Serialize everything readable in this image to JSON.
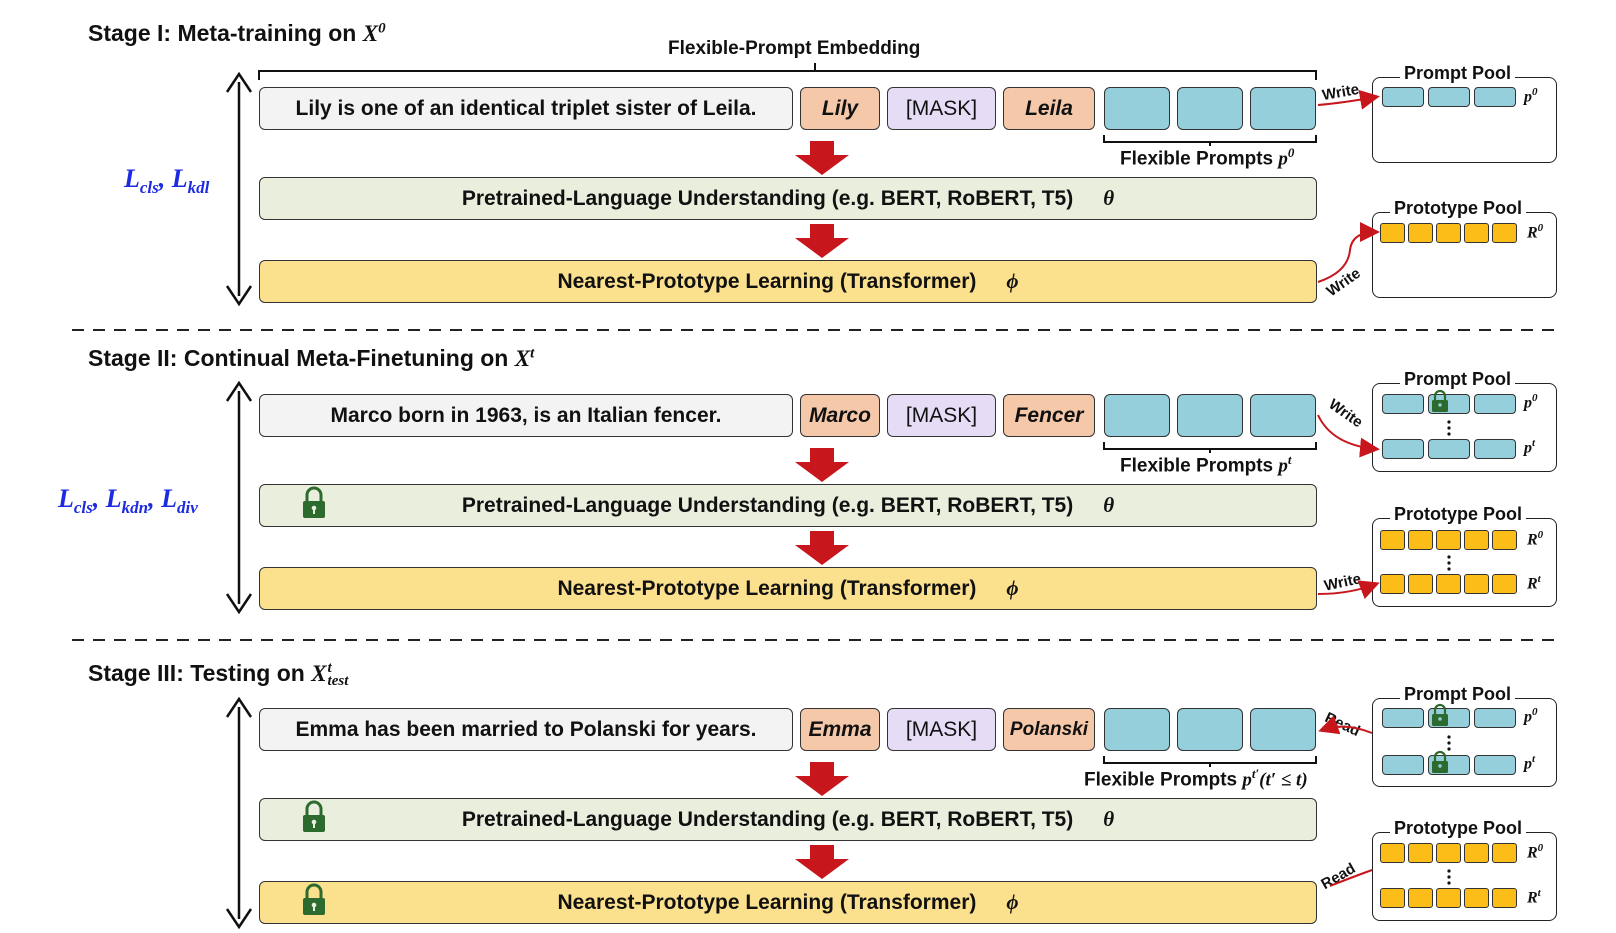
{
  "stages": [
    {
      "title": "Stage I: Meta-training on ",
      "title_math": "X",
      "title_sup": "0",
      "title_sub": "",
      "losses": "Lcls, Lkdl",
      "sentence": "Lily is one of an identical triplet sister of Leila.",
      "token1": "Lily",
      "mask": "[MASK]",
      "token2": "Leila",
      "prompts_label": "Flexible Prompts ",
      "prompts_math": "p",
      "prompts_sup": "0",
      "prompts_suffix": "",
      "plu": "Pretrained-Language Understanding (e.g. BERT, RoBERT, T5)",
      "plu_sym": "θ",
      "npl": "Nearest-Prototype Learning (Transformer)",
      "npl_sym": "ϕ",
      "prompt_pool_title": "Prompt Pool",
      "prompt_pool_write": "Write",
      "prompt_pool_row1": "p0",
      "proto_pool_title": "Prototype Pool",
      "proto_pool_write": "Write",
      "proto_pool_row1": "R0"
    },
    {
      "title": "Stage II: Continual Meta-Finetuning on ",
      "title_math": "X",
      "title_sup": "t",
      "losses": "Lcls, Lkdn, Ldiv",
      "sentence": "Marco born in 1963, is an Italian fencer.",
      "token1": "Marco",
      "mask": "[MASK]",
      "token2": "Fencer",
      "prompts_label": "Flexible Prompts ",
      "prompts_math": "p",
      "prompts_sup": "t",
      "plu": "Pretrained-Language Understanding (e.g. BERT, RoBERT, T5)",
      "plu_sym": "θ",
      "npl": "Nearest-Prototype Learning (Transformer)",
      "npl_sym": "ϕ",
      "prompt_pool_title": "Prompt Pool",
      "prompt_pool_write": "Write",
      "prompt_pool_row1": "p0",
      "prompt_pool_row2": "pt",
      "proto_pool_title": "Prototype Pool",
      "proto_pool_write": "Write",
      "proto_pool_row1": "R0",
      "proto_pool_row2": "Rt"
    },
    {
      "title": "Stage III: Testing on ",
      "title_math": "X",
      "title_sup": "t",
      "title_sub": "test",
      "sentence": "Emma has been married to Polanski for years.",
      "token1": "Emma",
      "mask": "[MASK]",
      "token2": "Polanski",
      "prompts_label": "Flexible Prompts ",
      "prompts_math": "p",
      "prompts_sup": "t′",
      "prompts_suffix": "(t′ ≤ t)",
      "plu": "Pretrained-Language Understanding (e.g. BERT, RoBERT, T5)",
      "plu_sym": "θ",
      "npl": "Nearest-Prototype Learning (Transformer)",
      "npl_sym": "ϕ",
      "prompt_pool_title": "Prompt Pool",
      "prompt_pool_read": "Read",
      "prompt_pool_row1": "p0",
      "prompt_pool_row2": "pt",
      "proto_pool_title": "Prototype Pool",
      "proto_pool_read": "Read",
      "proto_pool_row1": "R0",
      "proto_pool_row2": "Rt"
    }
  ],
  "flexible_prompt_embedding": "Flexible-Prompt Embedding",
  "colors": {
    "arrow_red": "#c8161d",
    "prompt_blue": "#95cfdc",
    "prototype_yellow": "#fdbd18",
    "entity_orange": "#f6c8aa",
    "mask_purple": "#e6dcf5",
    "plu_green": "#e9eedd",
    "npl_yellow": "#fbe08e",
    "loss_blue": "#1c2ae0",
    "lock_green": "#2d6a2d"
  }
}
